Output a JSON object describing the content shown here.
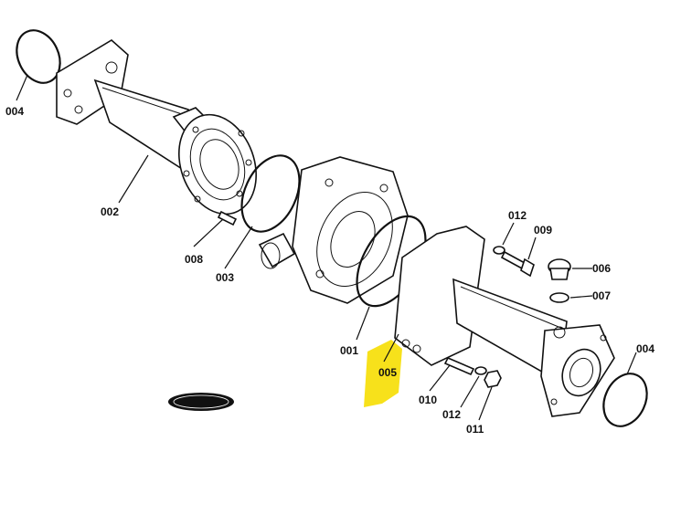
{
  "callouts": [
    {
      "id": "c004a",
      "text": "004"
    },
    {
      "id": "c002",
      "text": "002"
    },
    {
      "id": "c008",
      "text": "008"
    },
    {
      "id": "c003",
      "text": "003"
    },
    {
      "id": "c001",
      "text": "001"
    },
    {
      "id": "c005",
      "text": "005"
    },
    {
      "id": "c012a",
      "text": "012"
    },
    {
      "id": "c009",
      "text": "009"
    },
    {
      "id": "c006",
      "text": "006"
    },
    {
      "id": "c007",
      "text": "007"
    },
    {
      "id": "c004b",
      "text": "004"
    },
    {
      "id": "c010",
      "text": "010"
    },
    {
      "id": "c012b",
      "text": "012"
    },
    {
      "id": "c011",
      "text": "011"
    }
  ],
  "highlight": {
    "target": "005",
    "color": "#f7e11b"
  }
}
